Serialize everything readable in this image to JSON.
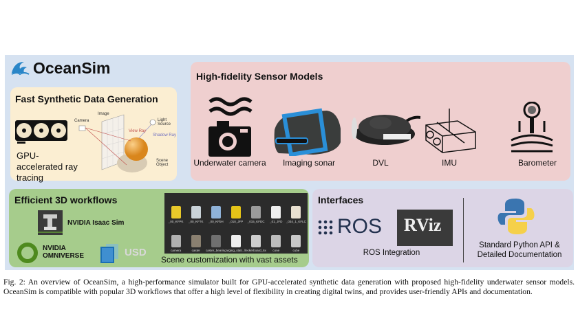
{
  "title": "OceanSim",
  "fast": {
    "heading": "Fast Synthetic Data Generation",
    "gpu_label": "GPU-accelerated ray tracing",
    "diagram": {
      "camera": "Camera",
      "image": "Image",
      "light": "Light Source",
      "view_ray": "View Ray",
      "shadow_ray": "Shadow Ray",
      "scene_object": "Scene Object"
    }
  },
  "sensors": {
    "heading": "High-fidelity Sensor Models",
    "items": [
      "Underwater camera",
      "Imaging sonar",
      "DVL",
      "IMU",
      "Barometer"
    ]
  },
  "workflows": {
    "heading": "Efficient 3D workflows",
    "isaac": "NVIDIA Isaac Sim",
    "omniverse_line1": "NVIDIA",
    "omniverse_line2": "OMNIVERSE",
    "usd": "USD",
    "assets_caption": "Scene customization with vast assets",
    "assets": [
      "_00_KFPK",
      "_00_KFTK",
      "_00_KFbH",
      "_010_JFP",
      "_015_KFDC",
      "_01_JFD",
      "_034_1_KFLC",
      "camera",
      "caster",
      "caster_bearing",
      "charging_stati...lleo",
      "checkerboard_6x10",
      "cone",
      "cube"
    ],
    "asset_colors": [
      "#e8c82a",
      "#c9d2d8",
      "#8fb2d8",
      "#e4c318",
      "#9a9a9a",
      "#eeeeee",
      "#e8e0d0",
      "#b0b0b0",
      "#8a8070",
      "#707070",
      "#eeeeee",
      "#cccccc",
      "#bbbbbb",
      "#c8c8c8"
    ]
  },
  "interfaces": {
    "heading": "Interfaces",
    "ros": "ROS",
    "rviz": "RViz",
    "ros_integration": "ROS Integration",
    "python_line1": "Standard Python API &",
    "python_line2": "Detailed Documentation"
  },
  "caption": "Fig. 2: An overview of OceanSim, a high-performance simulator built for GPU-accelerated synthetic data generation with proposed high-fidelity underwater sensor models. OceanSim is compatible with popular 3D workflows that offer a high level of flexibility in creating digital twins, and provides user-friendly APIs and documentation."
}
